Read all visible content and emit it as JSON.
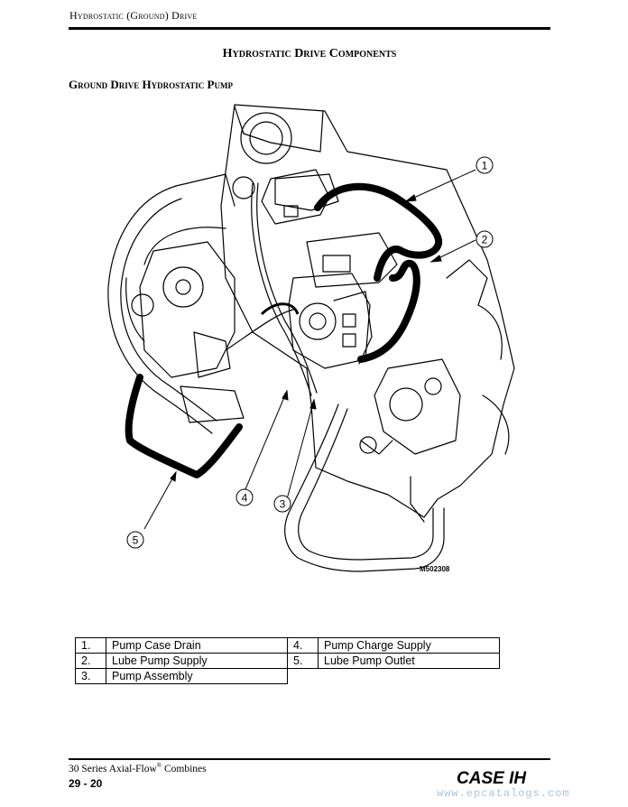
{
  "header": {
    "title": "Hydrostatic (Ground) Drive"
  },
  "section_title": "Hydrostatic Drive Components",
  "subsection_title": "Ground Drive Hydrostatic Pump",
  "figure": {
    "id": "M502308",
    "callouts": [
      "1",
      "2",
      "3",
      "4",
      "5"
    ]
  },
  "legend": {
    "rows": [
      {
        "left_num": "1.",
        "left_label": "Pump Case Drain",
        "right_num": "4.",
        "right_label": "Pump Charge Supply"
      },
      {
        "left_num": "2.",
        "left_label": "Lube Pump Supply",
        "right_num": "5.",
        "right_label": "Lube Pump Outlet"
      },
      {
        "left_num": "3.",
        "left_label": "Pump Assembly"
      }
    ]
  },
  "footer": {
    "series": "30 Series Axial-Flow",
    "trademark": "®",
    "series_suffix": " Combines",
    "page": "29 - 20",
    "brand": "CASE IH",
    "watermark": "www.epcatalogs.com"
  }
}
